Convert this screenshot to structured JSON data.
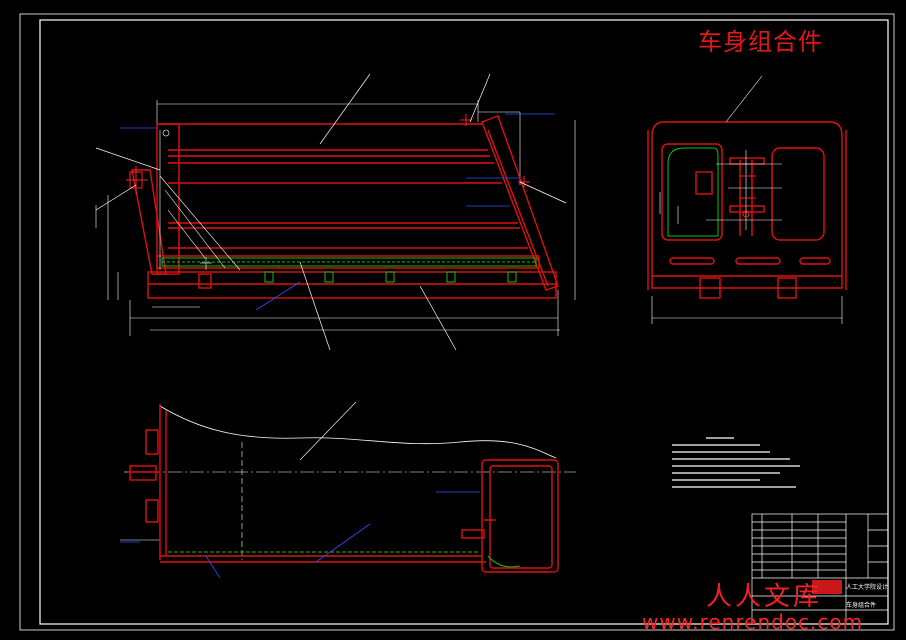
{
  "drawing": {
    "title": "车身组合件",
    "watermark_cn": "人人文库",
    "watermark_url": "www.renrendoc.com",
    "titleblock_org": "人工大学院设计",
    "titleblock_part": "车身组合件"
  },
  "colors": {
    "background": "#000000",
    "outline": "#e01010",
    "border": "#ffffff",
    "dimension": "#ffffff",
    "leader": "#3050ff",
    "hidden": "#00c000",
    "accent": "#ff2020"
  }
}
